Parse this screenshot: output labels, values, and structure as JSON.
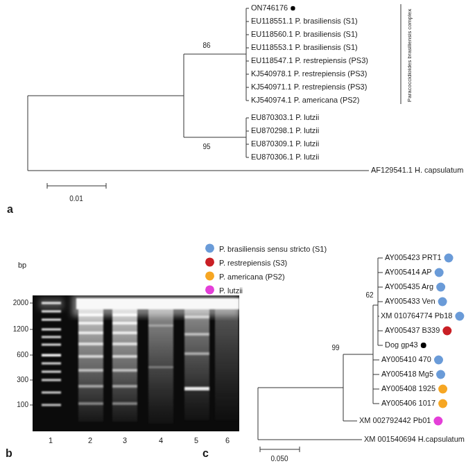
{
  "diagram": {
    "labels": [
      "ON746176",
      "EU118551.1 P. brasiliensis (S1)",
      "EU118560.1 P. brasiliensis (S1)",
      "EU118553.1 P. brasiliensis (S1)",
      "EU118547.1 P. restrepiensis (PS3)",
      "KJ540978.1 P. restrepiensis (PS3)",
      "KJ540971.1 P. restrepiensis (PS3)",
      "KJ540974.1 P. americana (PS2)",
      "Paracoccidioides brasiliensis complex",
      "86",
      "EU870303.1 P. lutzii",
      "EU870298.1 P. lutzii",
      "EU870309.1 P. lutzii",
      "EU870306.1 P. lutzii",
      "95",
      "AF129541.1 H. capsulatum",
      "0.01",
      "a",
      "bp",
      "2000",
      "1200",
      "600",
      "300",
      "100",
      "1",
      "2",
      "3",
      "4",
      "5",
      "6",
      "b",
      "AY005423 PRT1",
      "AY005414 AP",
      "AY005435 Arg",
      "AY005433 Ven",
      "XM 010764774 Pb18",
      "AY005437 B339",
      "Dog gp43",
      "62",
      "99",
      "AY005410 470",
      "AY005418 Mg5",
      "AY005408 1925",
      "AY005406 1017",
      "XM 002792442 Pb01",
      "XM 001540694 H.capsulatum",
      "0.050",
      "c"
    ],
    "legend": [
      {
        "text": "P. brasiliensis sensu stricto (S1)",
        "color": "#6a9bd8"
      },
      {
        "text": "P. restrepiensis (S3)",
        "color": "#c91f25"
      },
      {
        "text": "P. americana (PS2)",
        "color": "#f6a623"
      },
      {
        "text": "P. lutzii",
        "color": "#e43fd8"
      }
    ]
  }
}
